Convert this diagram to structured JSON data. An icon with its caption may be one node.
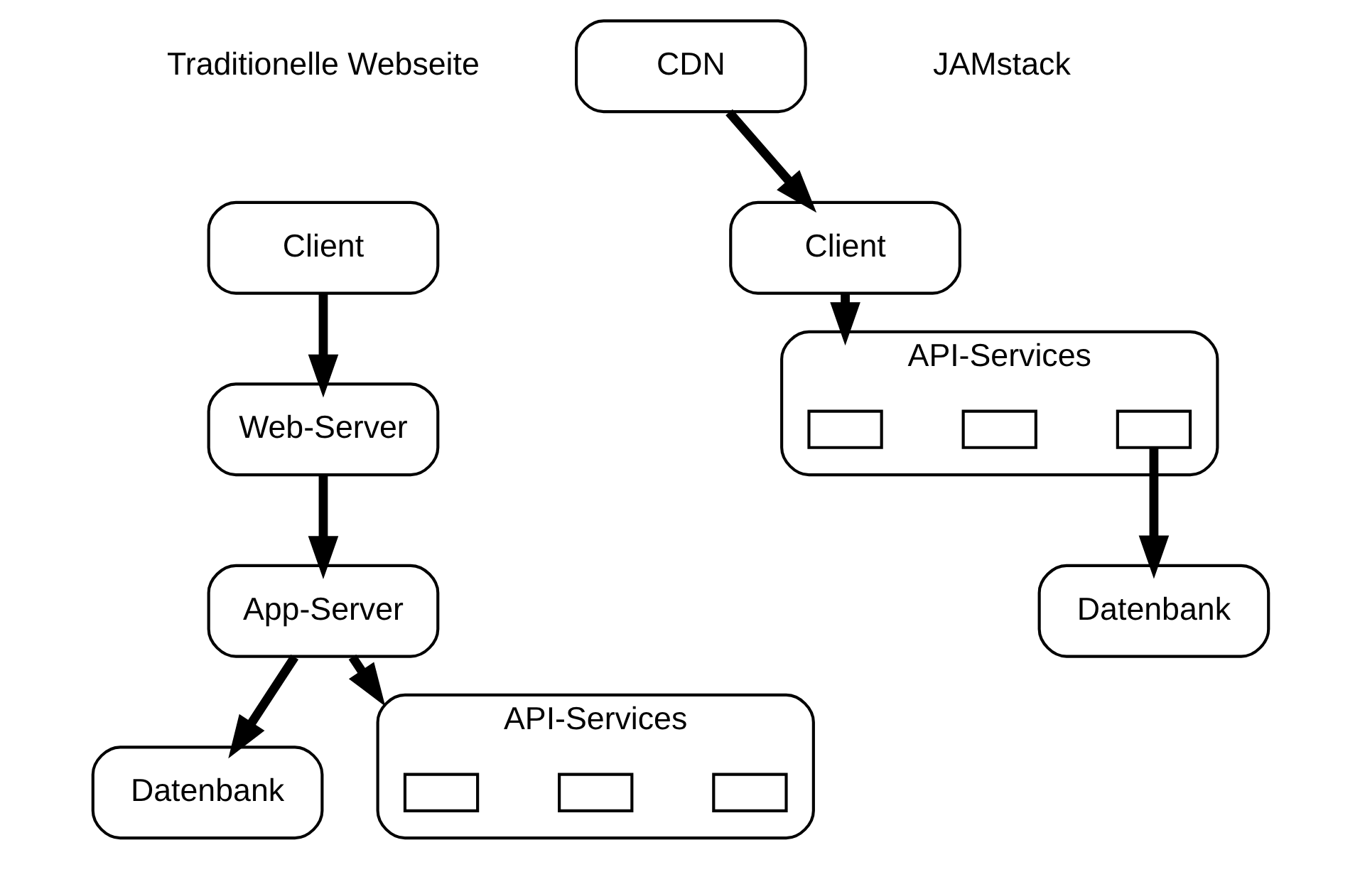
{
  "diagram": {
    "nodes": [
      {
        "text": [
          "Client"
        ]
      },
      {
        "text": [
          "Web-Server"
        ]
      },
      {
        "text": [
          "App-Server"
        ]
      },
      {
        "text": [
          "Datenbank"
        ]
      },
      {
        "text": [
          "API-Services"
        ]
      },
      {
        "text": [],
        "shape": "box",
        "in": 4
      },
      {
        "text": [],
        "shape": "box",
        "in": 4
      },
      {
        "text": [],
        "shape": "box",
        "in": 4
      },
      {
        "text": [
          "Client"
        ]
      },
      {
        "text": [
          "CDN"
        ]
      },
      {
        "text": [
          "API-Services"
        ]
      },
      {
        "text": [],
        "shape": "box",
        "in": 10
      },
      {
        "text": [],
        "shape": "box",
        "in": 10
      },
      {
        "text": [],
        "shape": "box",
        "in": 10
      },
      {
        "text": [
          "Datenbank"
        ]
      }
    ],
    "edges": [
      {
        "from": 0,
        "to": 1,
        "arrow": "to"
      },
      {
        "from": 1,
        "to": 2,
        "arrow": "to"
      },
      {
        "from": 2,
        "to": 3,
        "arrow": "to"
      },
      {
        "from": 2,
        "to": 4,
        "arrow": "to"
      },
      {
        "from": 9,
        "to": 8,
        "arrow": "to"
      },
      {
        "from": 8,
        "to": 10,
        "arrow": "to"
      },
      {
        "from": 13,
        "to": 14,
        "arrow": "to"
      }
    ],
    "labels": [
      "Traditionelle Webseite",
      "JAMstack"
    ]
  }
}
